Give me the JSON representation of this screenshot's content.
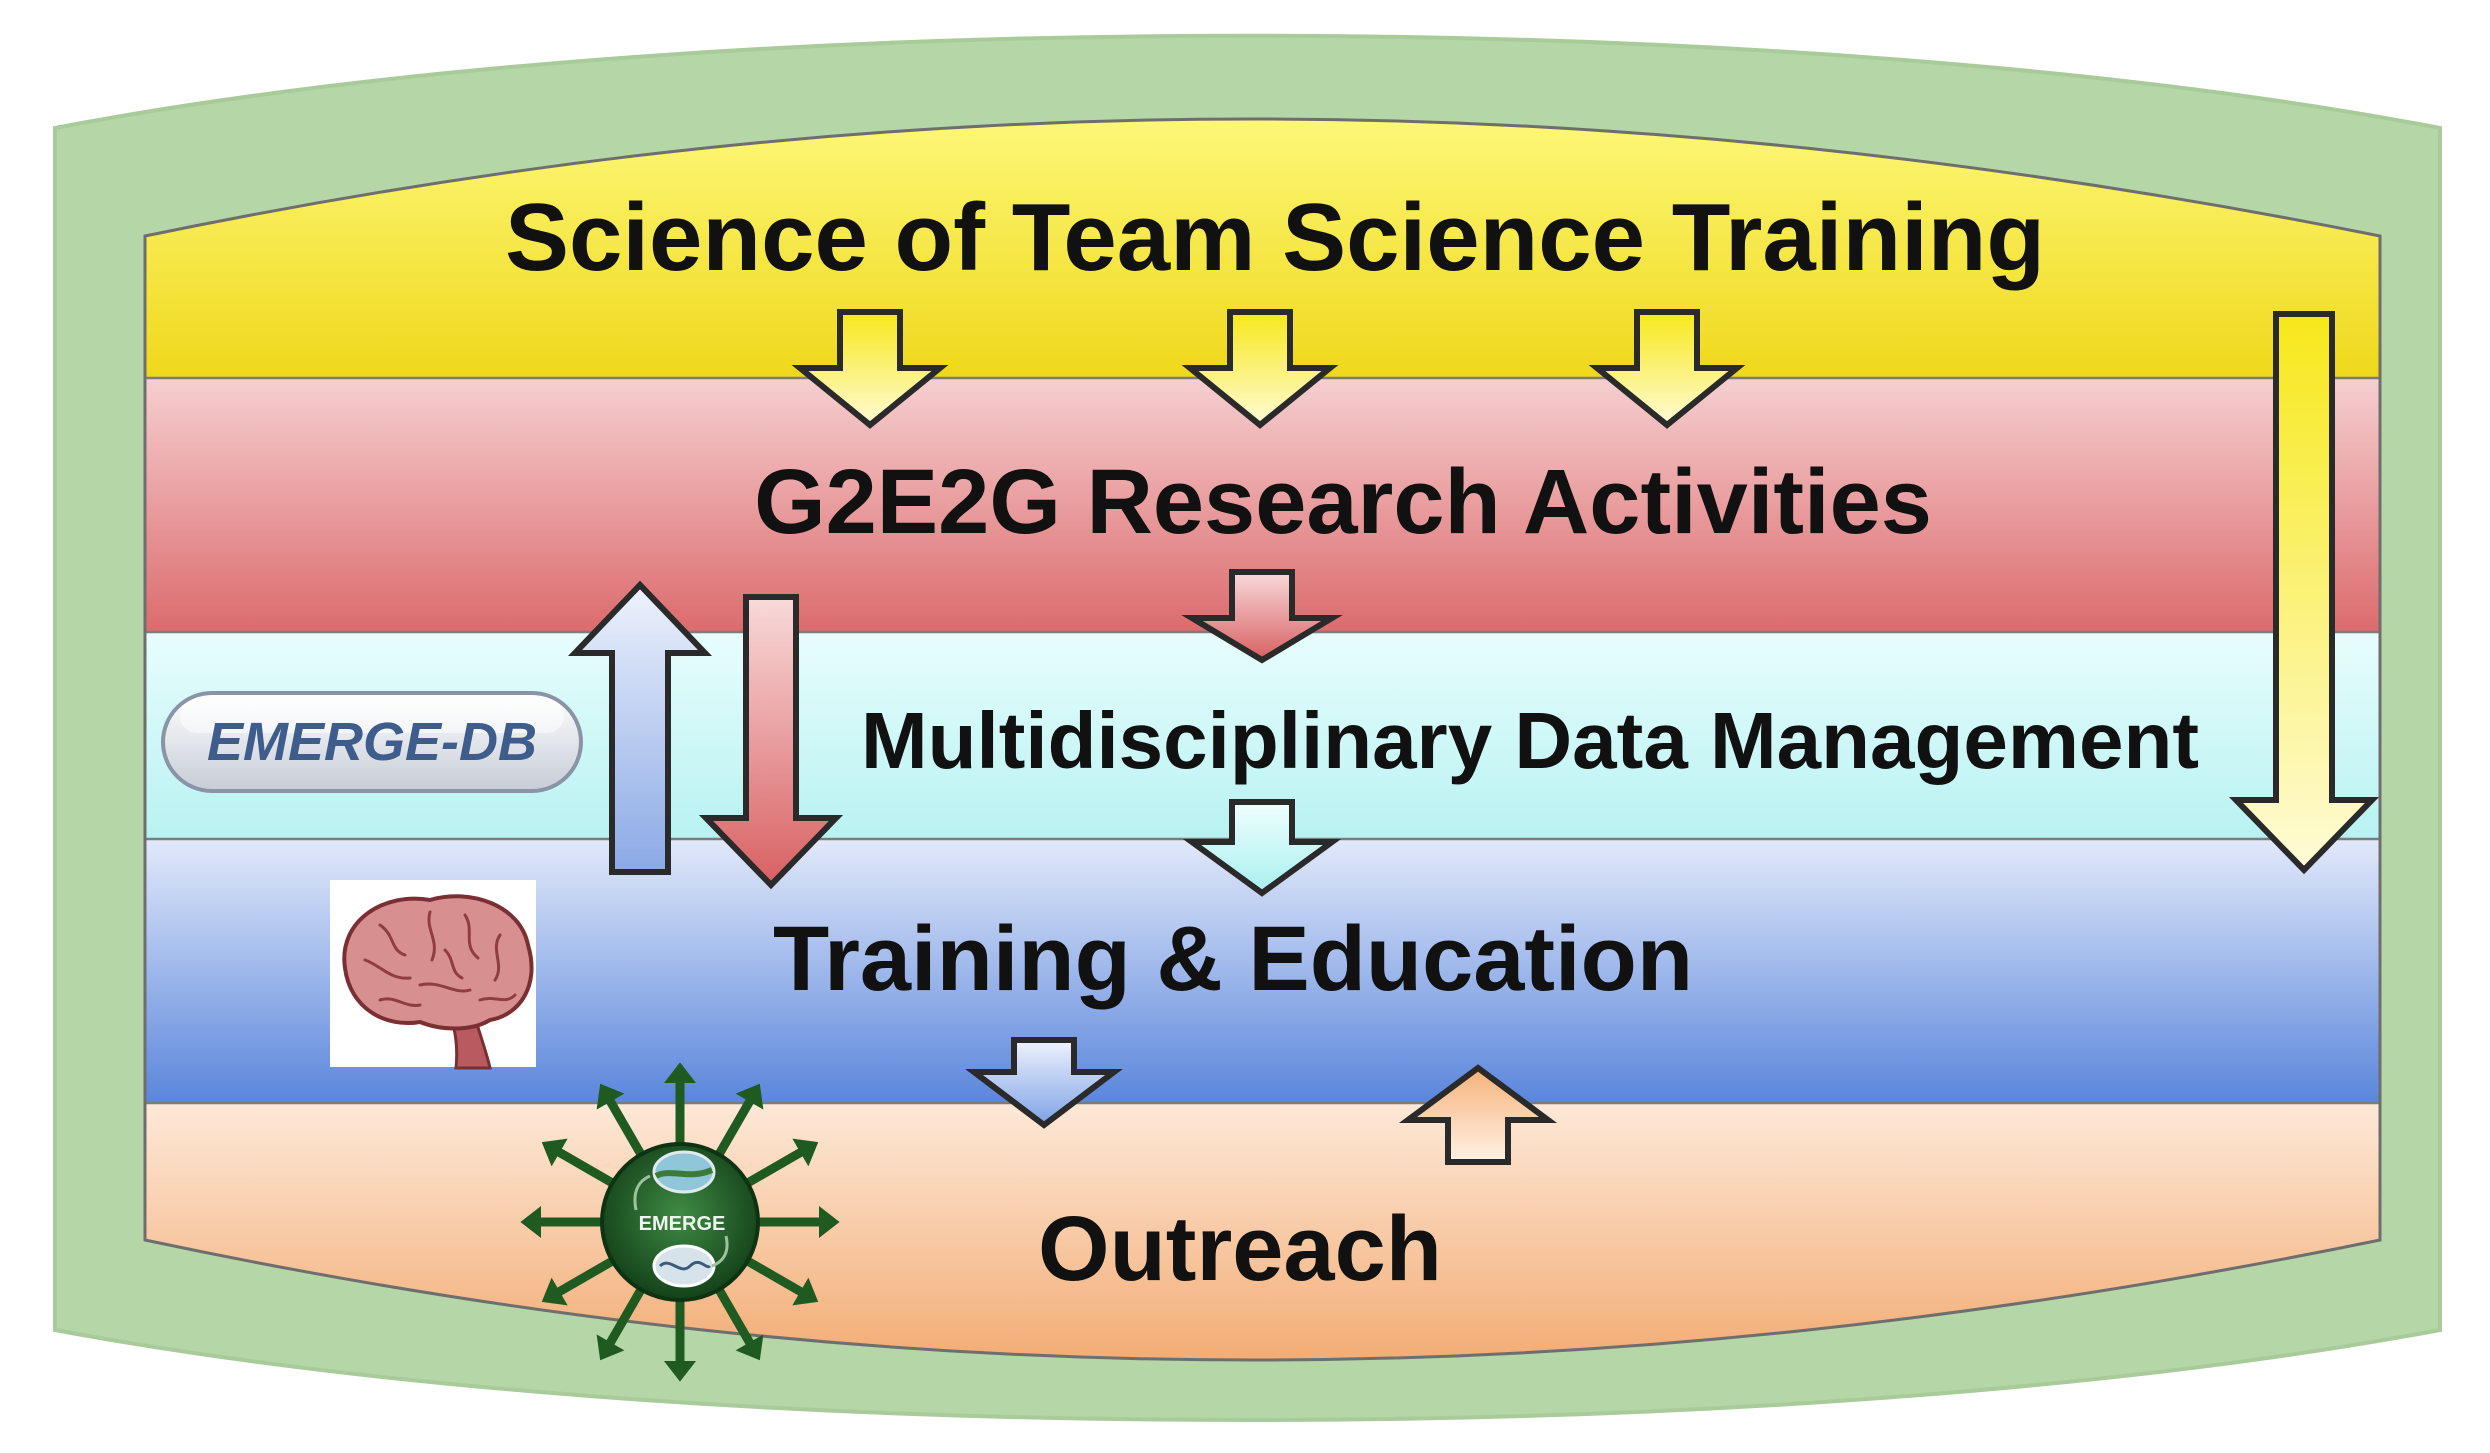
{
  "diagram": {
    "layers": [
      {
        "id": "sots",
        "label": "Science of Team Science Training"
      },
      {
        "id": "g2e2g",
        "label": "G2E2G Research Activities"
      },
      {
        "id": "mdm",
        "label": "Multidisciplinary Data Management"
      },
      {
        "id": "training",
        "label": "Training & Education"
      },
      {
        "id": "outreach",
        "label": "Outreach"
      }
    ],
    "badges": {
      "emerge_db": "EMERGE-DB",
      "emerge_logo": "EMERGE"
    },
    "colors": {
      "outer_frame": "#b5d6a7",
      "yellow": "#f3dd1e",
      "red": "#dd7072",
      "cyan": "#bff4f4",
      "blue": "#6c96e2",
      "peach": "#f2a96a",
      "logo_green": "#1f5a20"
    },
    "icons": [
      "brain-icon",
      "emerge-logo-icon",
      "down-arrow-icon",
      "up-arrow-icon"
    ]
  }
}
